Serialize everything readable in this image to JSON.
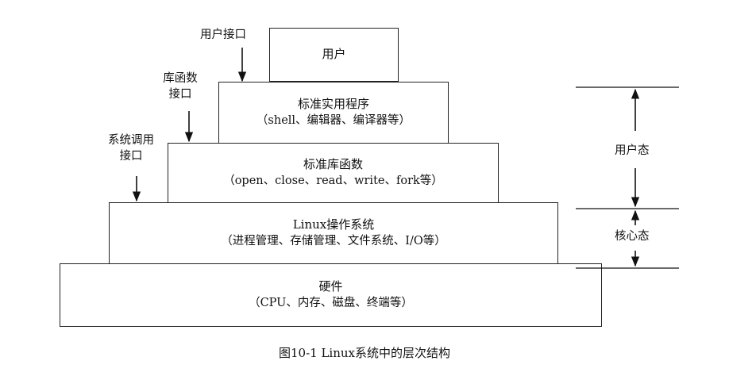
{
  "layers": {
    "user": {
      "title": "用户",
      "detail": ""
    },
    "utilities": {
      "title": "标准实用程序",
      "detail": "（shell、编辑器、编译器等）"
    },
    "library": {
      "title": "标准库函数",
      "detail": "（open、close、read、write、fork等）"
    },
    "kernel": {
      "title": "Linux操作系统",
      "detail": "（进程管理、存储管理、文件系统、I/O等）"
    },
    "hardware": {
      "title": "硬件",
      "detail": "（CPU、内存、磁盘、终端等）"
    }
  },
  "interfaces": {
    "user_interface": "用户接口",
    "library_interface": [
      "库函数",
      "接口"
    ],
    "syscall_interface": [
      "系统调用",
      "接口"
    ]
  },
  "modes": {
    "user_mode": "用户态",
    "kernel_mode": "核心态"
  },
  "caption": "图10-1   Linux系统中的层次结构"
}
